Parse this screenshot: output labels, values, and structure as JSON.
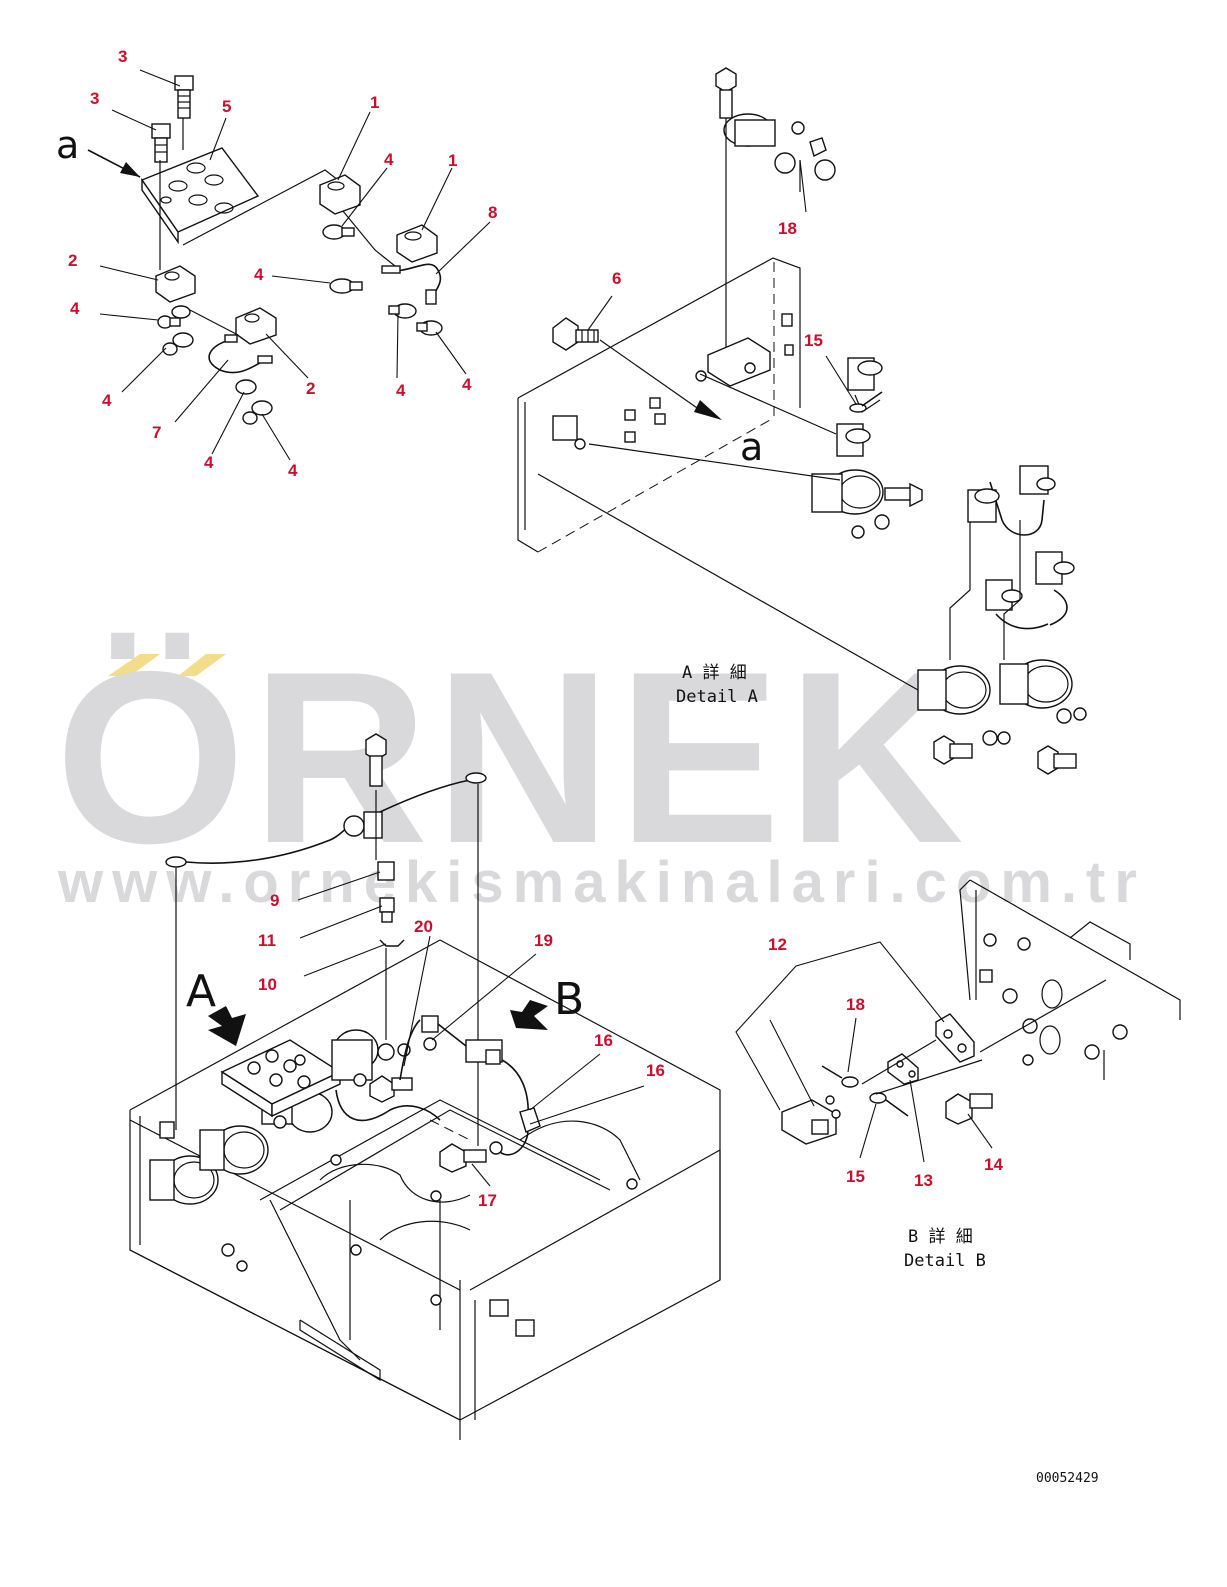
{
  "watermark": {
    "brand": "ÖRNEK",
    "url": "www.ornekismakinalari.com.tr",
    "accent_color": "#f3dc8a",
    "text_color": "#d9d9dc"
  },
  "view_letters": {
    "a_upper": "a",
    "a_lower": "a",
    "A": "A",
    "B": "B"
  },
  "details": {
    "A_jp": "A 詳 細",
    "A_en": "Detail A",
    "B_jp": "B 詳 細",
    "B_en": "Detail B"
  },
  "drawing_code": "00052429",
  "callouts": [
    {
      "id": "c3a",
      "label": "3"
    },
    {
      "id": "c3b",
      "label": "3"
    },
    {
      "id": "c5",
      "label": "5"
    },
    {
      "id": "c1a",
      "label": "1"
    },
    {
      "id": "c4a",
      "label": "4"
    },
    {
      "id": "c1b",
      "label": "1"
    },
    {
      "id": "c8",
      "label": "8"
    },
    {
      "id": "c2a",
      "label": "2"
    },
    {
      "id": "c4b",
      "label": "4"
    },
    {
      "id": "c4c",
      "label": "4"
    },
    {
      "id": "c2b",
      "label": "2"
    },
    {
      "id": "c4d",
      "label": "4"
    },
    {
      "id": "c4e",
      "label": "4"
    },
    {
      "id": "c7",
      "label": "7"
    },
    {
      "id": "c4f",
      "label": "4"
    },
    {
      "id": "c4g",
      "label": "4"
    },
    {
      "id": "c4h",
      "label": "4"
    },
    {
      "id": "c18a",
      "label": "18"
    },
    {
      "id": "c6",
      "label": "6"
    },
    {
      "id": "c15a",
      "label": "15"
    },
    {
      "id": "c9",
      "label": "9"
    },
    {
      "id": "c11",
      "label": "11"
    },
    {
      "id": "c20",
      "label": "20"
    },
    {
      "id": "c19",
      "label": "19"
    },
    {
      "id": "c10",
      "label": "10"
    },
    {
      "id": "c16a",
      "label": "16"
    },
    {
      "id": "c16b",
      "label": "16"
    },
    {
      "id": "c17",
      "label": "17"
    },
    {
      "id": "c12",
      "label": "12"
    },
    {
      "id": "c18b",
      "label": "18"
    },
    {
      "id": "c15b",
      "label": "15"
    },
    {
      "id": "c13",
      "label": "13"
    },
    {
      "id": "c14",
      "label": "14"
    }
  ]
}
